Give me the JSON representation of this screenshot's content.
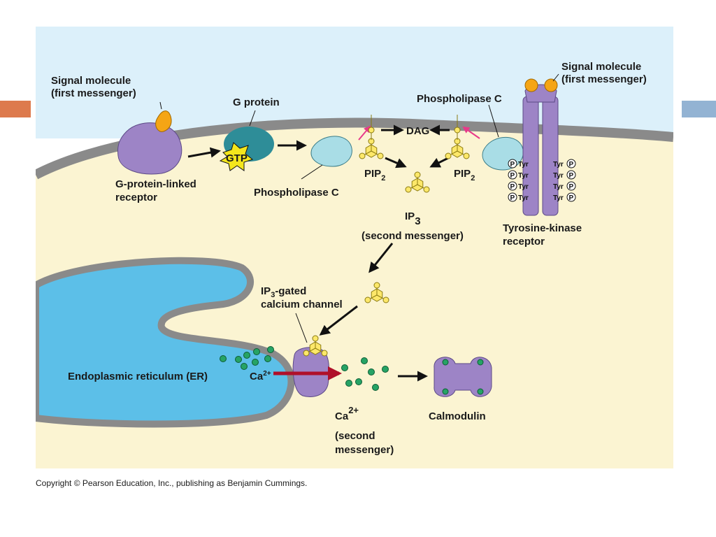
{
  "colors": {
    "deco_left": "#dd7a4d",
    "deco_right": "#93b3d3",
    "extracellular": "#dcf0fa",
    "cytoplasm": "#fbf4d2",
    "membrane": "#8a8a8a",
    "er_lumen": "#5cbfe8",
    "receptor": "#9d84c6",
    "g_protein": "#2e8d98",
    "phospholipase": "#a9dde6",
    "signal_molecule": "#f5a515",
    "molecule": "#fde86a",
    "calcium": "#26a365",
    "arrow": "#111111",
    "highlight_arrow": "#e83a8a"
  },
  "labels": {
    "signal_left": [
      "Signal molecule",
      "(first messenger)"
    ],
    "g_protein": "G protein",
    "gtp": "GTP",
    "g_receptor": [
      "G-protein-linked",
      "receptor"
    ],
    "plc_lower": "Phospholipase C",
    "plc_upper": "Phospholipase C",
    "dag": "DAG",
    "pip2": "PIP",
    "pip2_sub": "2",
    "ip3": "IP",
    "ip3_sub": "3",
    "second_messenger": "(second messenger)",
    "signal_right": [
      "Signal molecule",
      "(first messenger)"
    ],
    "tyr_receptor": [
      "Tyrosine-kinase",
      "receptor"
    ],
    "tyr": "Tyr",
    "p": "P",
    "ip3_gated_pre": "IP",
    "ip3_gated_sub": "3",
    "ip3_gated_post": "-gated",
    "calcium_channel": "calcium channel",
    "er": "Endoplasmic reticulum (ER)",
    "ca_inside": "Ca",
    "ca_inside_sup": "2+",
    "ca_big": "Ca",
    "ca_big_sup": "2+",
    "ca_messenger": [
      "(second",
      "messenger)"
    ],
    "calmodulin": "Calmodulin"
  },
  "copyright": "Copyright © Pearson Education, Inc., publishing as Benjamin Cummings."
}
